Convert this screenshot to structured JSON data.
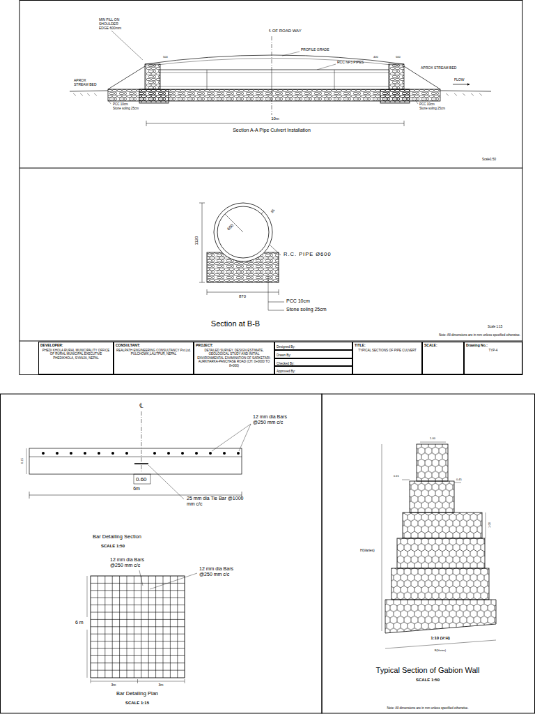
{
  "diagram": {
    "nodes": [
      {
        "text": [
          "DEVELOPER:",
          "PHEDI KHOLA RURAL MUNICIPALITY OFFICE OF RURAL MUNICIPAL EXECUTIVE PHEDIKHOLA, SYANJA, NEPAL"
        ]
      },
      {
        "text": [
          "CONSULTANT:",
          "REALPATH ENGINEERING CONSULTANCY Pvt.Ltd. PULCHOWK,LALITPUR, NEPAL"
        ]
      },
      {
        "text": [
          "PROJECT:",
          "DETAILED SURVEY, DESIGN ESTIMATE, GEOLOGICAL STUDY AND INITIAL ENVIRONMENTAL EXAMINATION OF SARKETARI-AURKHARKA-PANCHASE ROAD (CH: 0+0000 TO 8+000)"
        ]
      },
      {
        "text": [
          "Designed By:"
        ]
      },
      {
        "text": [
          "Drawn By:"
        ]
      },
      {
        "text": [
          "Checked By:"
        ]
      },
      {
        "text": [
          "Approved By:"
        ]
      },
      {
        "text": [
          "TITLE:",
          "TYPICAL SECTIONS OF PIPE CULVERT"
        ]
      },
      {
        "text": [
          "SCALE:"
        ]
      },
      {
        "text": [
          "Drawing No.:",
          "TYP-4"
        ]
      }
    ],
    "labels": [
      "MIN FILL ON SHOULDER EDGE 600mm",
      "℄ OF ROAD WAY",
      "PROFILE GRADE",
      "RCC NP3 PIPES",
      "500",
      "400",
      "500",
      "APROX STREAM BED",
      "APROX STREAM BED",
      "FLOW",
      "PCC 10cm",
      "Stone soling 25cm",
      "PCC 10cm",
      "Stone soling 25cm",
      "10m",
      "Section A-A Pipe Culvert Installation",
      "Scale1:50",
      "1120",
      "600",
      "85",
      "R.C. PIPE Ø600",
      "870",
      "PCC 10cm",
      "Stone soling 25cm",
      "Section at B-B",
      "Scale 1:15",
      "Note: All dimensions are in mm unless specified otherwise.",
      "℄",
      "12 mm dia Bars @250 mm c/c",
      "0.15",
      "0.60",
      "6m",
      "25 mm dia Tie Bar @1000 mm c/c",
      "Bar Detailing Section",
      "SCALE 1:50",
      "12 mm dia Bars @250 mm c/c",
      "12 mm dia Bars @250 mm c/c",
      "6 m",
      "3m",
      "3m",
      "Bar Detailing Plan",
      "SCALE 1:15",
      "1.00",
      "0.15",
      "0.45",
      "1.00",
      "H(Varies)",
      "1:10 (V:H)",
      "B(Varies)",
      "Typical Section of Gabion Wall",
      "SCALE 1:50",
      "Note: All dimensions are in mm unless specified otherwise."
    ]
  }
}
